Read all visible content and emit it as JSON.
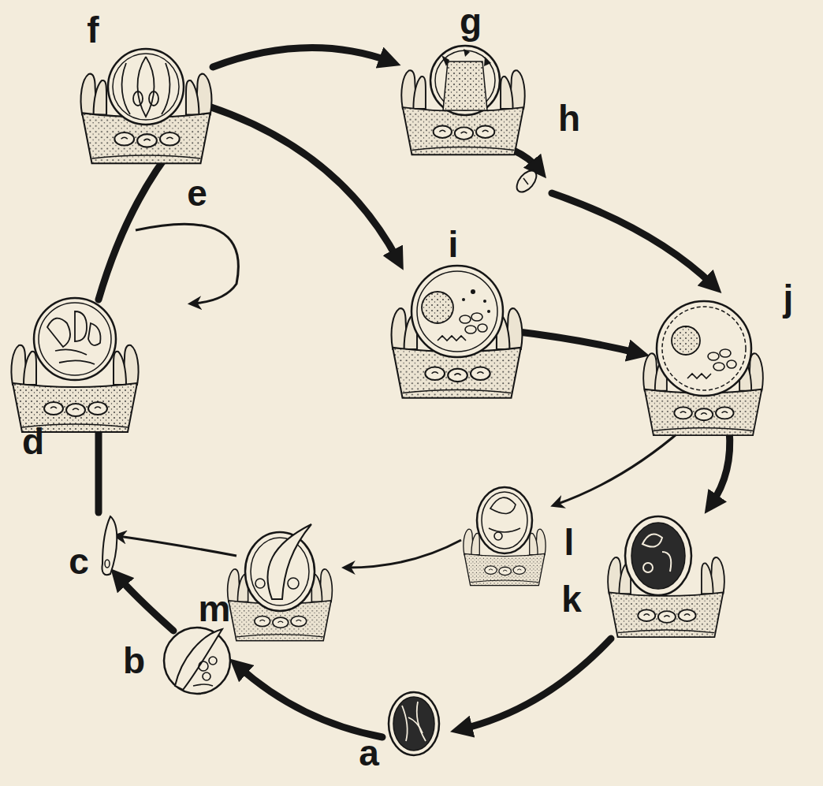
{
  "diagram": {
    "labels": [
      "f",
      "g",
      "h",
      "e",
      "i",
      "j",
      "d",
      "c",
      "l",
      "m",
      "k",
      "b",
      "a"
    ]
  }
}
